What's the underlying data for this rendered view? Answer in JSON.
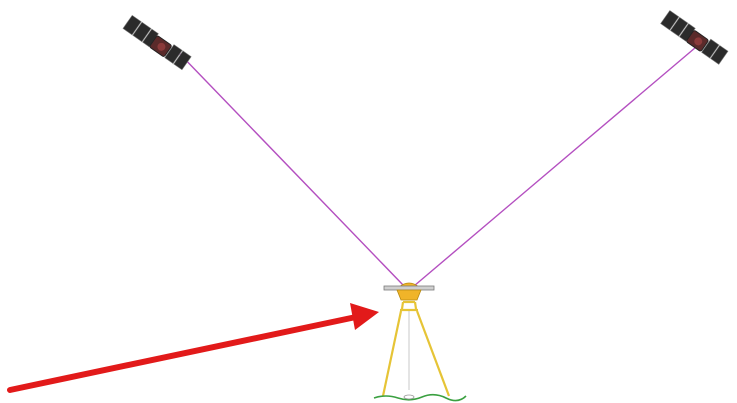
{
  "diagram": {
    "elements": [
      {
        "id": "satellite-left",
        "kind": "satellite"
      },
      {
        "id": "satellite-right",
        "kind": "satellite"
      },
      {
        "id": "gnss-antenna",
        "kind": "antenna"
      },
      {
        "id": "tripod",
        "kind": "tripod"
      },
      {
        "id": "ground",
        "kind": "ground"
      }
    ],
    "links": [
      {
        "from": "satellite-left",
        "to": "gnss-antenna",
        "kind": "signal"
      },
      {
        "from": "satellite-right",
        "to": "gnss-antenna",
        "kind": "signal"
      }
    ],
    "pointer": {
      "target": "gnss-antenna",
      "icon": "red-arrow"
    }
  },
  "colors": {
    "signal": "#b44fc0",
    "tripod": "#e6c436",
    "antenna_body": "#f0b429",
    "antenna_plate": "#9a9a9a",
    "ground": "#3aa040",
    "arrow": "#e21a1a",
    "panel": "#2b2b2b",
    "satellite_body": "#5a2a2a"
  }
}
